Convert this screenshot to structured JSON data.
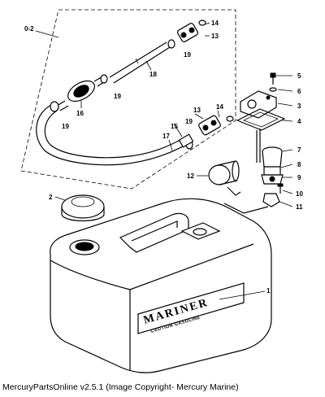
{
  "diagram": {
    "part_labels": {
      "p1": "1",
      "p2": "2",
      "p3": "3",
      "p4": "4",
      "p5": "5",
      "p6": "6",
      "p7": "7",
      "p8": "8",
      "p9": "9",
      "p10": "10",
      "p11": "11",
      "p12": "12",
      "p13a": "13",
      "p13b": "13",
      "p14a": "14",
      "p14b": "14",
      "p15": "15",
      "p16": "16",
      "p17": "17",
      "p18": "18",
      "p19a": "19",
      "p19b": "19",
      "p19c": "19",
      "p19d": "19",
      "group": "0-2"
    },
    "tank_label": {
      "brand": "MARINER",
      "warning": "CAUTION GASOLINE"
    }
  },
  "footer": {
    "text": "MercuryPartsOnline v2.5.1 (Image Copyright- Mercury Marine)"
  }
}
